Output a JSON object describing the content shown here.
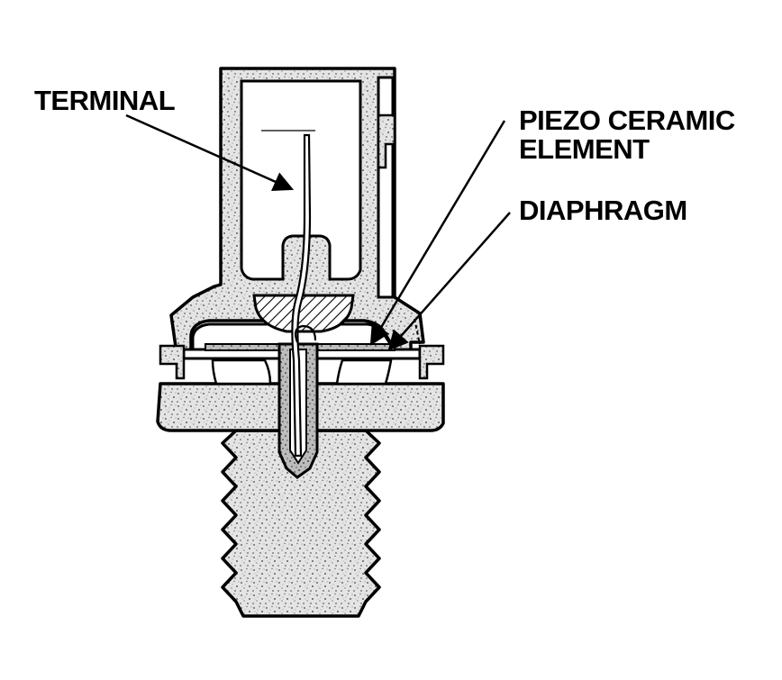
{
  "labels": {
    "terminal": "TERMINAL",
    "piezo_line1": "PIEZO CERAMIC",
    "piezo_line2": "ELEMENT",
    "diaphragm": "DIAPHRAGM"
  },
  "colors": {
    "background": "#ffffff",
    "ink": "#000000",
    "speckle_fill": "#e6e6e6"
  },
  "icons": {
    "body": "knock-sensor-body",
    "hatch": "diagonal-hatch"
  }
}
